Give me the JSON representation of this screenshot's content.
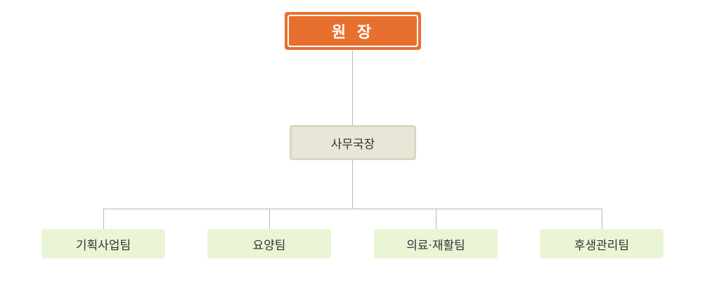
{
  "org_chart": {
    "director": {
      "label": "원 장"
    },
    "secretary_general": {
      "label": "사무국장"
    },
    "teams": [
      {
        "label": "기획사업팀"
      },
      {
        "label": "요양팀"
      },
      {
        "label": "의료·재활팀"
      },
      {
        "label": "후생관리팀"
      }
    ]
  },
  "colors": {
    "director_fill": "#e8702f",
    "secretary_fill": "#e8e7d7",
    "team_fill": "#eaf5d6",
    "connector": "#b9b9b9"
  }
}
